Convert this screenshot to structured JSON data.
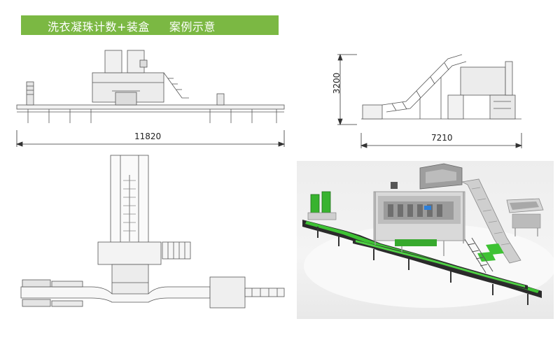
{
  "header": {
    "title": "洗衣凝珠计数+装盒     案例示意"
  },
  "drawings": {
    "front_view_width": "11820",
    "side_view_height": "3200",
    "side_view_width": "7210"
  },
  "colors": {
    "title_bar": "#7bb843",
    "render_green": "#3ec234",
    "line": "#555555"
  }
}
